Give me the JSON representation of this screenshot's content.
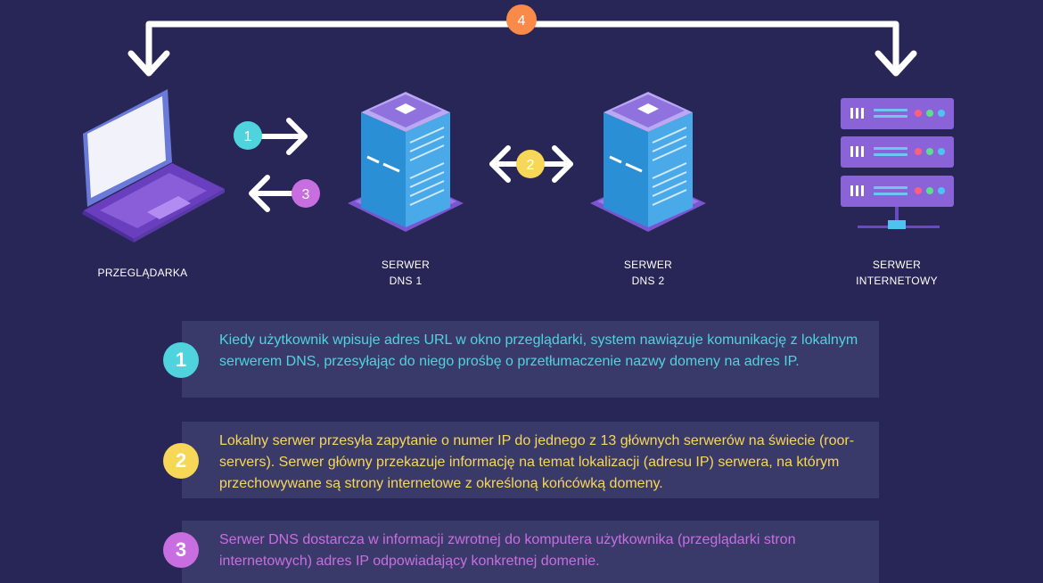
{
  "steps": [
    {
      "number": "1",
      "color": "#4fd3dc"
    },
    {
      "number": "2",
      "color": "#f7d757"
    },
    {
      "number": "3",
      "color": "#c86ee0"
    },
    {
      "number": "4",
      "color": "#f98a4a"
    }
  ],
  "nodes": {
    "browser": "PRZEGLĄDARKA",
    "dns1_line1": "SERWER",
    "dns1_line2": "DNS 1",
    "dns2_line1": "SERWER",
    "dns2_line2": "DNS 2",
    "web_line1": "SERWER",
    "web_line2": "INTERNETOWY"
  },
  "descriptions": [
    {
      "number": "1",
      "color": "#4fd3dc",
      "text": "Kiedy użytkownik wpisuje adres URL w okno przeglądarki, system nawiązuje komunikację z lokalnym serwerem DNS, przesyłając do niego prośbę o przetłumaczenie nazwy domeny na adres IP."
    },
    {
      "number": "2",
      "color": "#f7d757",
      "text": "Lokalny serwer przesyła zapytanie o numer IP do jednego z 13 głównych serwerów na świecie (roor-servers).  Serwer główny przekazuje informację na temat lokalizacji (adresu IP) serwera, na którym przechowywane są strony internetowe z określoną końcówką domeny."
    },
    {
      "number": "3",
      "color": "#c86ee0",
      "text": "Serwer DNS dostarcza w informacji zwrotnej do komputera użytkownika (przeglądarki stron internetowych) adres IP odpowiadający konkretnej domenie."
    }
  ]
}
